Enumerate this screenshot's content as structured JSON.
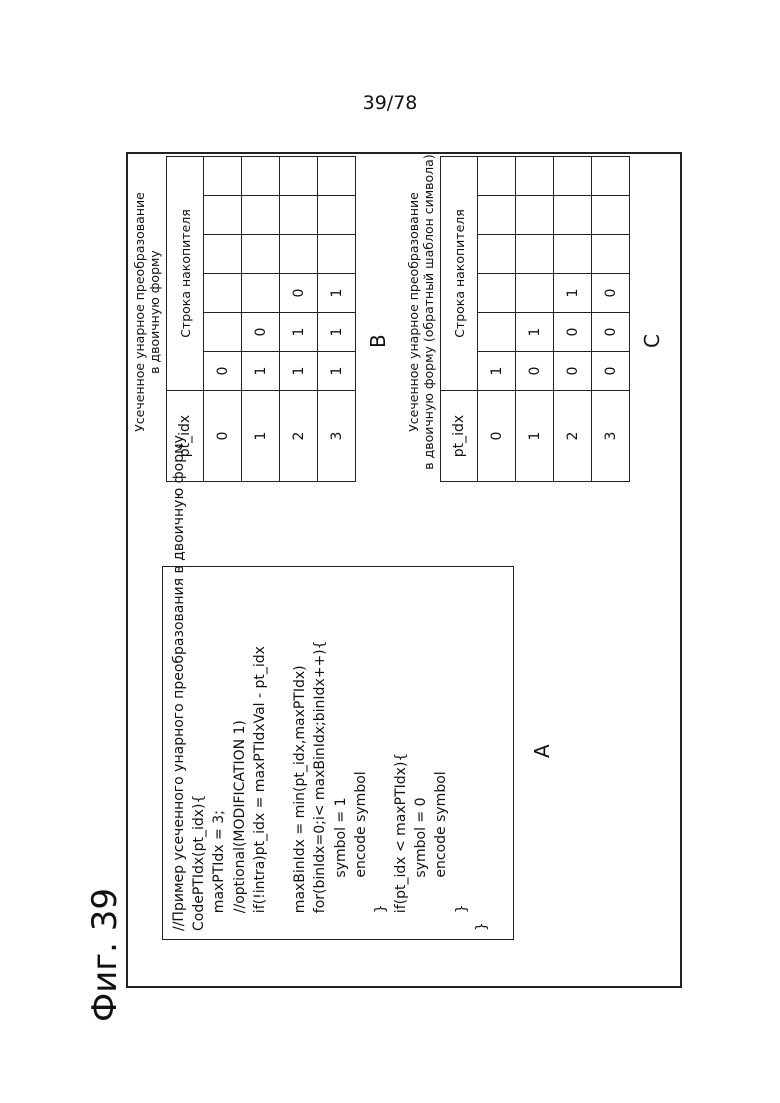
{
  "page_number": "39/78",
  "figure_title": "Фиг. 39",
  "code_block": {
    "lines": [
      "//Пример усеченного унарного преобразования в двоичную форму",
      "CodePTIdx(pt_idx){",
      "    maxPTIdx = 3;",
      "    //optional(MODIFICATION 1)",
      "    if(!intra)pt_idx = maxPTIdxVal - pt_idx",
      "",
      "    maxBinIdx = min(pt_idx,maxPTIdx)",
      "    for(binIdx=0;i< maxBinIdx;binIdx++){",
      "            symbol = 1",
      "            encode symbol",
      "    }",
      "    if(pt_idx < maxPTIdx){",
      "            symbol = 0",
      "            encode symbol",
      "    }",
      "}"
    ],
    "label": "A"
  },
  "table_b": {
    "caption_line1": "Усеченное унарное преобразование",
    "caption_line2": "в двоичную форму",
    "col_header_pt": "pt_idx",
    "col_header_bins": "Строка накопителя",
    "rows": [
      {
        "pt": "0",
        "bins": [
          "0",
          "",
          "",
          "",
          "",
          ""
        ]
      },
      {
        "pt": "1",
        "bins": [
          "1",
          "0",
          "",
          "",
          "",
          ""
        ]
      },
      {
        "pt": "2",
        "bins": [
          "1",
          "1",
          "0",
          "",
          "",
          ""
        ]
      },
      {
        "pt": "3",
        "bins": [
          "1",
          "1",
          "1",
          "",
          "",
          ""
        ]
      }
    ],
    "label": "B"
  },
  "table_c": {
    "caption_line1": "Усеченное унарное преобразование",
    "caption_line2": "в двоичную форму (обратный шаблон символа)",
    "col_header_pt": "pt_idx",
    "col_header_bins": "Строка накопителя",
    "rows": [
      {
        "pt": "0",
        "bins": [
          "1",
          "",
          "",
          "",
          "",
          ""
        ]
      },
      {
        "pt": "1",
        "bins": [
          "0",
          "1",
          "",
          "",
          "",
          ""
        ]
      },
      {
        "pt": "2",
        "bins": [
          "0",
          "0",
          "1",
          "",
          "",
          ""
        ]
      },
      {
        "pt": "3",
        "bins": [
          "0",
          "0",
          "0",
          "",
          "",
          ""
        ]
      }
    ],
    "label": "C"
  }
}
